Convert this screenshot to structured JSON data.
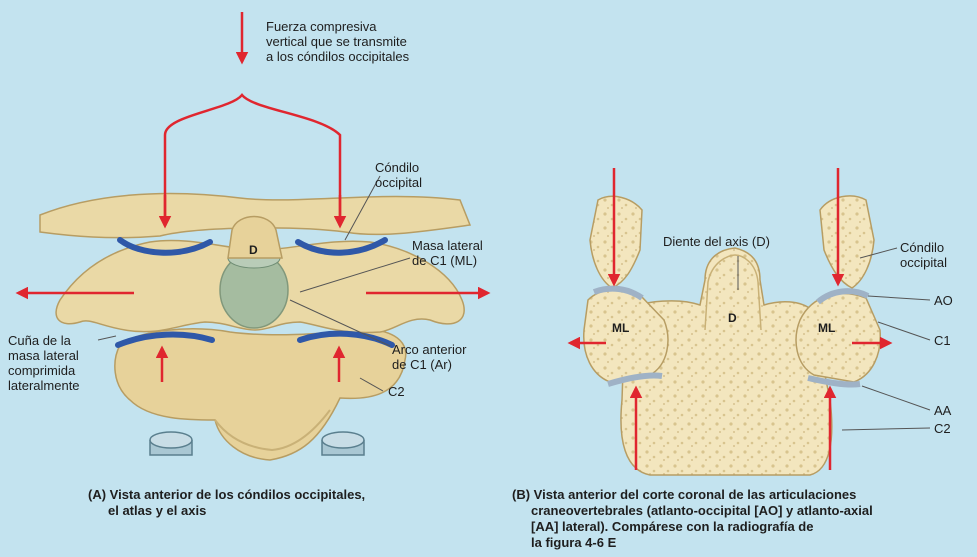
{
  "colors": {
    "background": "#c3e3ef",
    "bone": "#ead9a6",
    "bone_shadow": "#c9b177",
    "cartilage": "#2f58a8",
    "arrow": "#e0262f",
    "spongy_bone": "#f3e6be"
  },
  "panel_a": {
    "force_label": [
      "Fuerza compresiva",
      "vertical que se transmite",
      "a los cóndilos occipitales"
    ],
    "condyle_label": [
      "Cóndilo",
      "occipital"
    ],
    "lateral_mass_label": [
      "Masa lateral",
      "de C1 (ML)"
    ],
    "anterior_arch_label": [
      "Arco anterior",
      "de C1 (Ar)"
    ],
    "c2_label": "C2",
    "wedge_label": [
      "Cuña de la",
      "masa lateral",
      "comprimida",
      "lateralmente"
    ],
    "dens_marker": "D",
    "caption": [
      "(A) Vista anterior de los cóndilos occipitales,",
      "el atlas y el axis"
    ]
  },
  "panel_b": {
    "dens_label": "Diente del axis (D)",
    "condyle_label": [
      "Cóndilo",
      "occipital"
    ],
    "ao_label": "AO",
    "c1_label": "C1",
    "aa_label": "AA",
    "c2_label": "C2",
    "ml_left": "ML",
    "ml_right": "ML",
    "dens_marker": "D",
    "caption": [
      "(B) Vista anterior del corte coronal de las articulaciones",
      "craneovertebrales (atlanto-occipital [AO] y atlanto-axial",
      "[AA] lateral). Compárese con la radiografía de",
      "la figura 4-6 E"
    ]
  }
}
